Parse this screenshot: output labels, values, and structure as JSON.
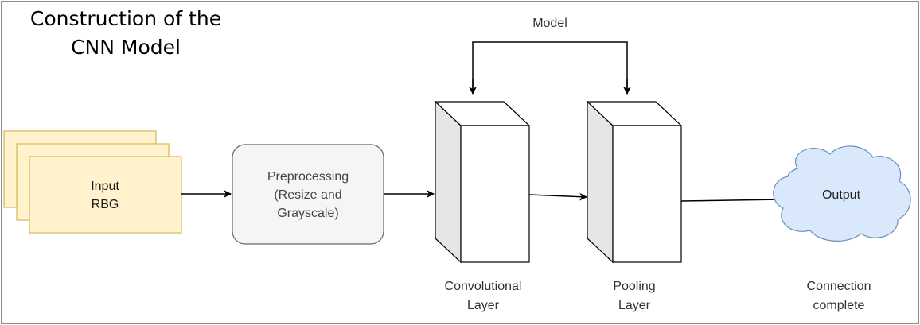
{
  "title": {
    "line1": "Construction of the",
    "line2": "CNN Model"
  },
  "nodes": {
    "input": {
      "line1": "Input",
      "line2": "RBG"
    },
    "preprocessing": {
      "line1": "Preprocessing",
      "line2": "(Resize and",
      "line3": "Grayscale)"
    },
    "conv": {
      "line1": "Convolutional",
      "line2": "Layer"
    },
    "pool": {
      "line1": "Pooling",
      "line2": "Layer"
    },
    "output": {
      "label": "Output",
      "line1": "Connection",
      "line2": "complete"
    }
  },
  "model_label": "Model",
  "colors": {
    "input_fill": "#fff2cc",
    "input_stroke": "#d6b656",
    "preprocess_fill": "#f5f5f5",
    "preprocess_stroke": "#666666",
    "cloud_fill": "#dae8fc",
    "cloud_stroke": "#6c8ebf",
    "cube_side": "#e6e6e6"
  }
}
